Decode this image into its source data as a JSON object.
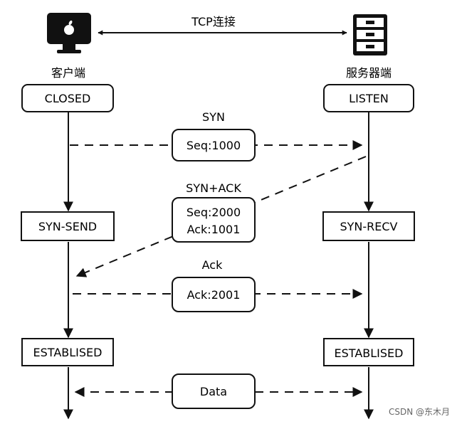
{
  "header": {
    "connection_label": "TCP连接",
    "client_label": "客户端",
    "server_label": "服务器端",
    "client_icon": "computer-monitor-icon",
    "server_icon": "server-cabinet-icon"
  },
  "client_states": {
    "closed": "CLOSED",
    "syn_send": "SYN-SEND",
    "established": "ESTABLISED"
  },
  "server_states": {
    "listen": "LISTEN",
    "syn_recv": "SYN-RECV",
    "established": "ESTABLISED"
  },
  "messages": {
    "syn": {
      "label": "SYN",
      "line1": "Seq:1000"
    },
    "syn_ack": {
      "label": "SYN+ACK",
      "line1": "Seq:2000",
      "line2": "Ack:1001"
    },
    "ack": {
      "label": "Ack",
      "line1": "Ack:2001"
    },
    "data": {
      "line1": "Data"
    }
  },
  "watermark": "CSDN @东木月",
  "colors": {
    "stroke": "#111111",
    "background": "#ffffff",
    "watermark": "#666666"
  }
}
